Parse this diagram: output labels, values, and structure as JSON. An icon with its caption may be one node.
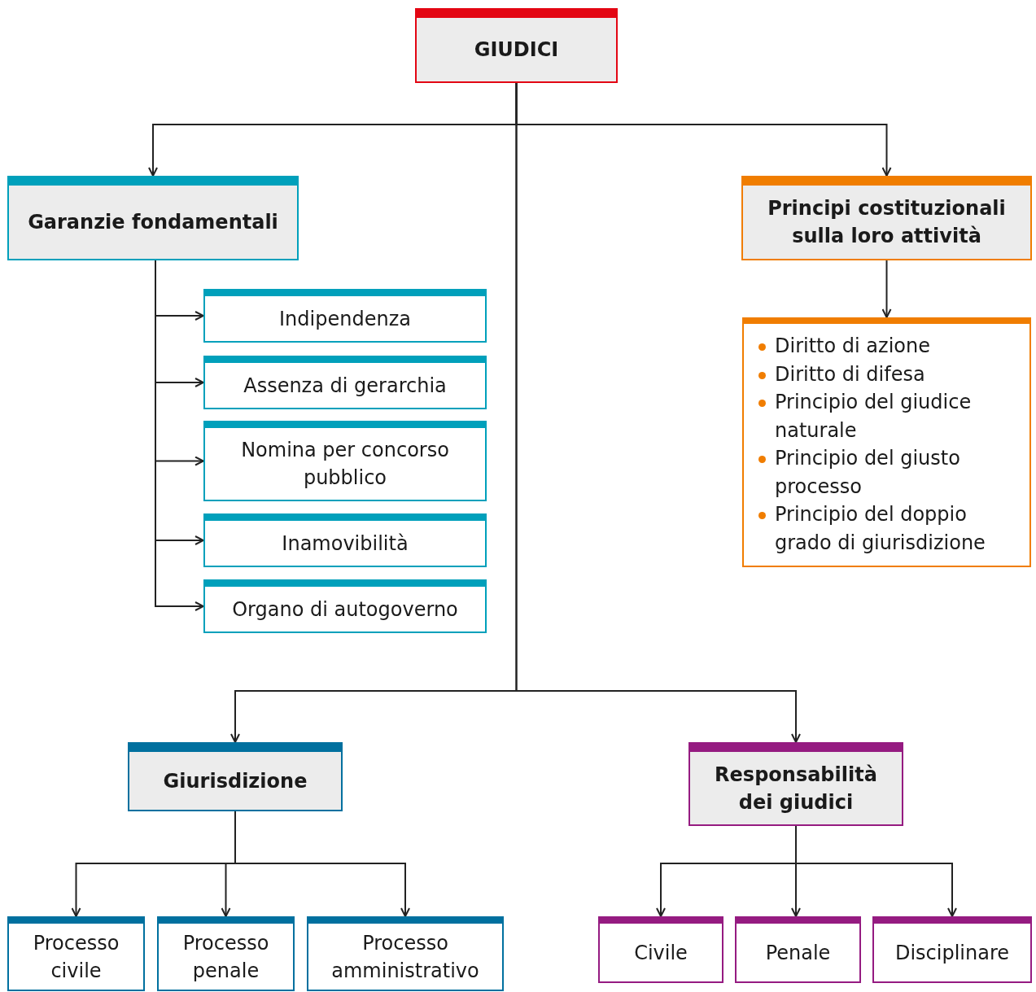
{
  "diagram": {
    "nodes": [
      {
        "text": [
          "GIUDICI"
        ]
      },
      {
        "text": [
          "Garanzie fondamentali"
        ]
      },
      {
        "text": [
          "Principi costituzionali sulla loro attività"
        ]
      },
      {
        "text": [
          "Diritto di azione",
          "Diritto di difesa",
          "Principio del giudice naturale",
          "Principio del giusto processo",
          "Principio del doppio grado di giurisdizione"
        ]
      },
      {
        "text": [
          "Indipendenza"
        ]
      },
      {
        "text": [
          "Assenza di gerarchia"
        ]
      },
      {
        "text": [
          "Nomina per concorso pubblico"
        ]
      },
      {
        "text": [
          "Inamovibilità"
        ]
      },
      {
        "text": [
          "Organo di autogoverno"
        ]
      },
      {
        "text": [
          "Giurisdizione"
        ]
      },
      {
        "text": [
          "Responsabilità dei giudici"
        ]
      },
      {
        "text": [
          "Processo civile"
        ]
      },
      {
        "text": [
          "Processo penale"
        ]
      },
      {
        "text": [
          "Processo amministrativo"
        ]
      },
      {
        "text": [
          "Civile"
        ]
      },
      {
        "text": [
          "Penale"
        ]
      },
      {
        "text": [
          "Disciplinare"
        ]
      }
    ],
    "edges": [
      {
        "from": 0,
        "to": 1,
        "arrow": "to"
      },
      {
        "from": 0,
        "to": 2,
        "arrow": "to"
      },
      {
        "from": 0,
        "to": 9,
        "arrow": "to"
      },
      {
        "from": 0,
        "to": 10,
        "arrow": "to"
      },
      {
        "from": 2,
        "to": 3,
        "arrow": "to"
      },
      {
        "from": 1,
        "to": 4,
        "arrow": "to"
      },
      {
        "from": 1,
        "to": 5,
        "arrow": "to"
      },
      {
        "from": 1,
        "to": 6,
        "arrow": "to"
      },
      {
        "from": 1,
        "to": 7,
        "arrow": "to"
      },
      {
        "from": 1,
        "to": 8,
        "arrow": "to"
      },
      {
        "from": 9,
        "to": 11,
        "arrow": "to"
      },
      {
        "from": 9,
        "to": 12,
        "arrow": "to"
      },
      {
        "from": 9,
        "to": 13,
        "arrow": "to"
      },
      {
        "from": 10,
        "to": 14,
        "arrow": "to"
      },
      {
        "from": 10,
        "to": 15,
        "arrow": "to"
      },
      {
        "from": 10,
        "to": 16,
        "arrow": "to"
      }
    ]
  }
}
